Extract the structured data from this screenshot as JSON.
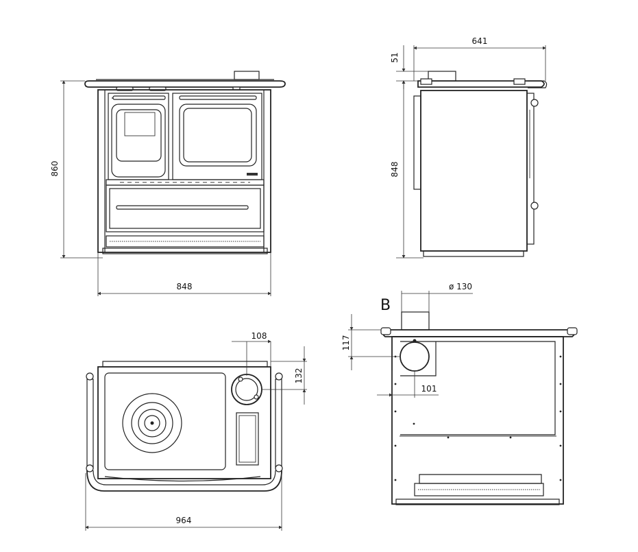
{
  "dimensions": {
    "front_height": "860",
    "front_width": "848",
    "side_depth": "641",
    "side_top_offset": "51",
    "side_height": "848",
    "top_view_width": "964",
    "top_flue_x": "108",
    "top_flue_y": "132",
    "back_flue_height": "117",
    "back_flue_diameter": "ø 130",
    "back_flue_offset": "101"
  },
  "labels": {
    "back_view": "B"
  }
}
